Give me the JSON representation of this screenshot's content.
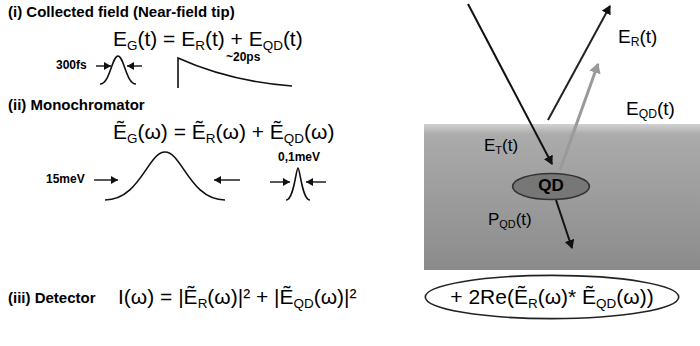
{
  "diagram": {
    "nodes": [
      {
        "text": [
          "QD"
        ]
      },
      {
        "text": [
          "+ 2Re(ẼR(ω)* ẼQD(ω))"
        ]
      }
    ],
    "labels": [
      "(i) Collected field (Near-field tip)",
      "EG(t) = ER(t) + EQD(t)",
      "300fs",
      "~20ps",
      "(ii) Monochromator",
      "ẼG(ω) = ẼR(ω) + ẼQD(ω)",
      "15meV",
      "0,1meV",
      "(iii) Detector",
      "I(ω) = |ẼR(ω)|² + |ẼQD(ω)|²",
      "ER(t)",
      "EQD(t)",
      "ET(t)",
      "PQD(t)"
    ]
  }
}
